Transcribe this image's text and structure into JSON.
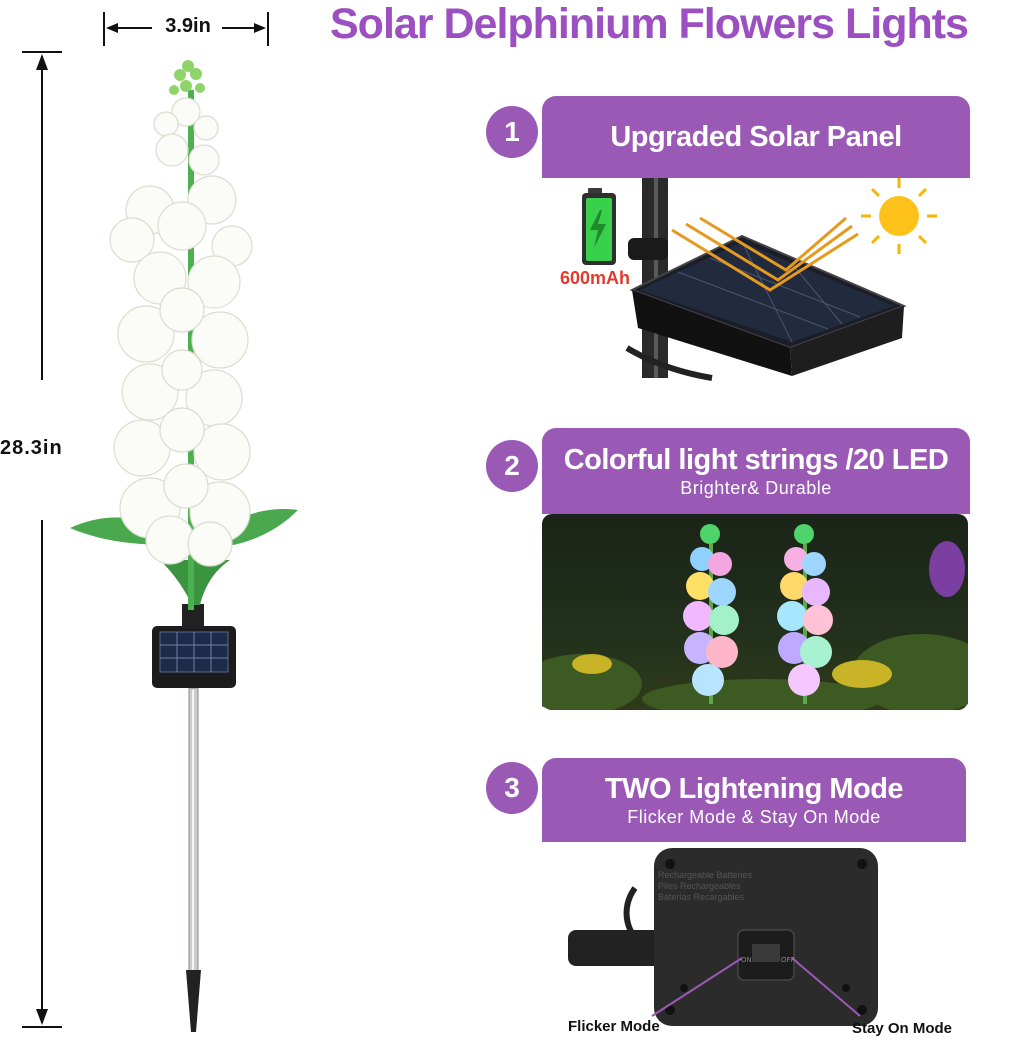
{
  "title": "Solar Delphinium Flowers Lights",
  "dimensions": {
    "width_label": "3.9in",
    "height_label": "28.3in"
  },
  "features": [
    {
      "number": "1",
      "heading": "Upgraded Solar Panel",
      "sub": "",
      "battery_label": "600mAh"
    },
    {
      "number": "2",
      "heading": "Colorful light strings /20 LED",
      "sub": "Brighter& Durable"
    },
    {
      "number": "3",
      "heading": "TWO Lightening Mode",
      "sub": "Flicker Mode & Stay On Mode",
      "modes": [
        "Flicker Mode",
        "Stay On Mode"
      ],
      "box_text": [
        "Rechargeable Batteries",
        "Piles Rechargeables",
        "Baterias Recargables"
      ],
      "switch_left": "ON",
      "switch_right": "OFF"
    }
  ],
  "colors": {
    "accent": "#9b59b6",
    "accent_dark": "#8e44ad",
    "battery_label": "#e23b2e"
  }
}
